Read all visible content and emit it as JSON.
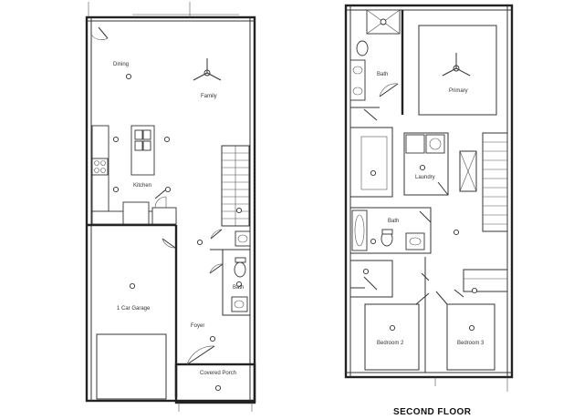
{
  "floor_titles": {
    "second": "SECOND FLOOR"
  },
  "rooms": {
    "dining": "Dining",
    "family": "Family",
    "kitchen": "Kitchen",
    "garage": "1 Car Garage",
    "bath_first": "Bath",
    "foyer": "Foyer",
    "covered_porch": "Covered Porch",
    "bath_upper": "Bath",
    "primary": "Primary",
    "laundry": "Laundry",
    "bath_hall": "Bath",
    "bedroom2": "Bedroom 2",
    "bedroom3": "Bedroom 3"
  },
  "icons": [
    "ceiling-fan-icon",
    "ceiling-light-icon",
    "door-swing-icon",
    "stair-icon",
    "toilet-icon",
    "sink-icon",
    "stove-icon",
    "bathtub-icon",
    "shower-icon"
  ]
}
